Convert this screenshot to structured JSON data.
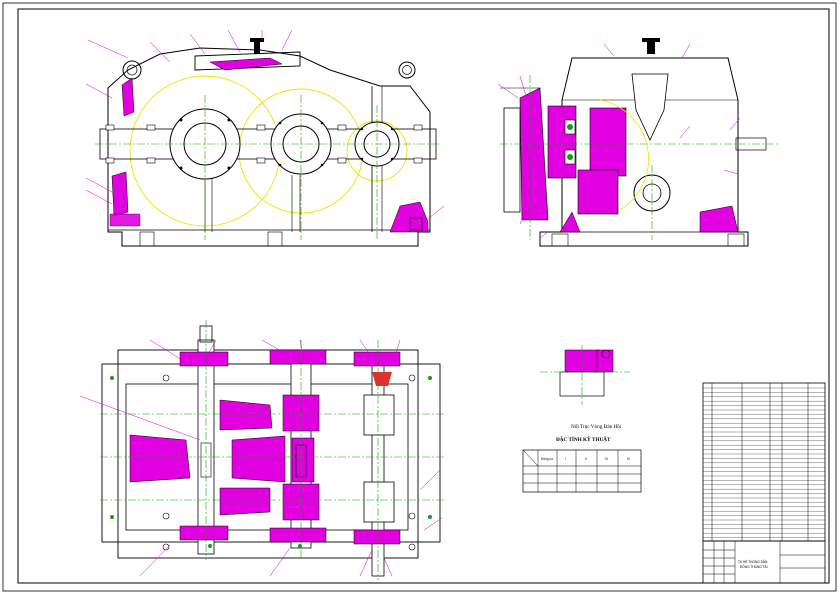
{
  "caption_coupling": "Nối Trục Vòng Đàn Hồi",
  "spec_title": "ĐẶC TÍNH KỸ THUẬT",
  "spec_table": {
    "rows": [
      [
        "",
        "Động cơ",
        "I",
        "II",
        "III",
        "IV"
      ],
      [
        "",
        "",
        "",
        "",
        "",
        ""
      ],
      [
        "",
        "",
        "",
        "",
        "",
        ""
      ],
      [
        "",
        "",
        "",
        "",
        "",
        ""
      ]
    ]
  },
  "title_block": {
    "project_title_line1": "TK HỆ THỐNG DẪN",
    "project_title_line2": "ĐỘNG THÙNG TẢI"
  },
  "colors": {
    "part": "#e000e0",
    "outline": "#000000",
    "centerline": "#00b000",
    "pitch_circle": "#e6e600",
    "leader": "#d000d0"
  }
}
